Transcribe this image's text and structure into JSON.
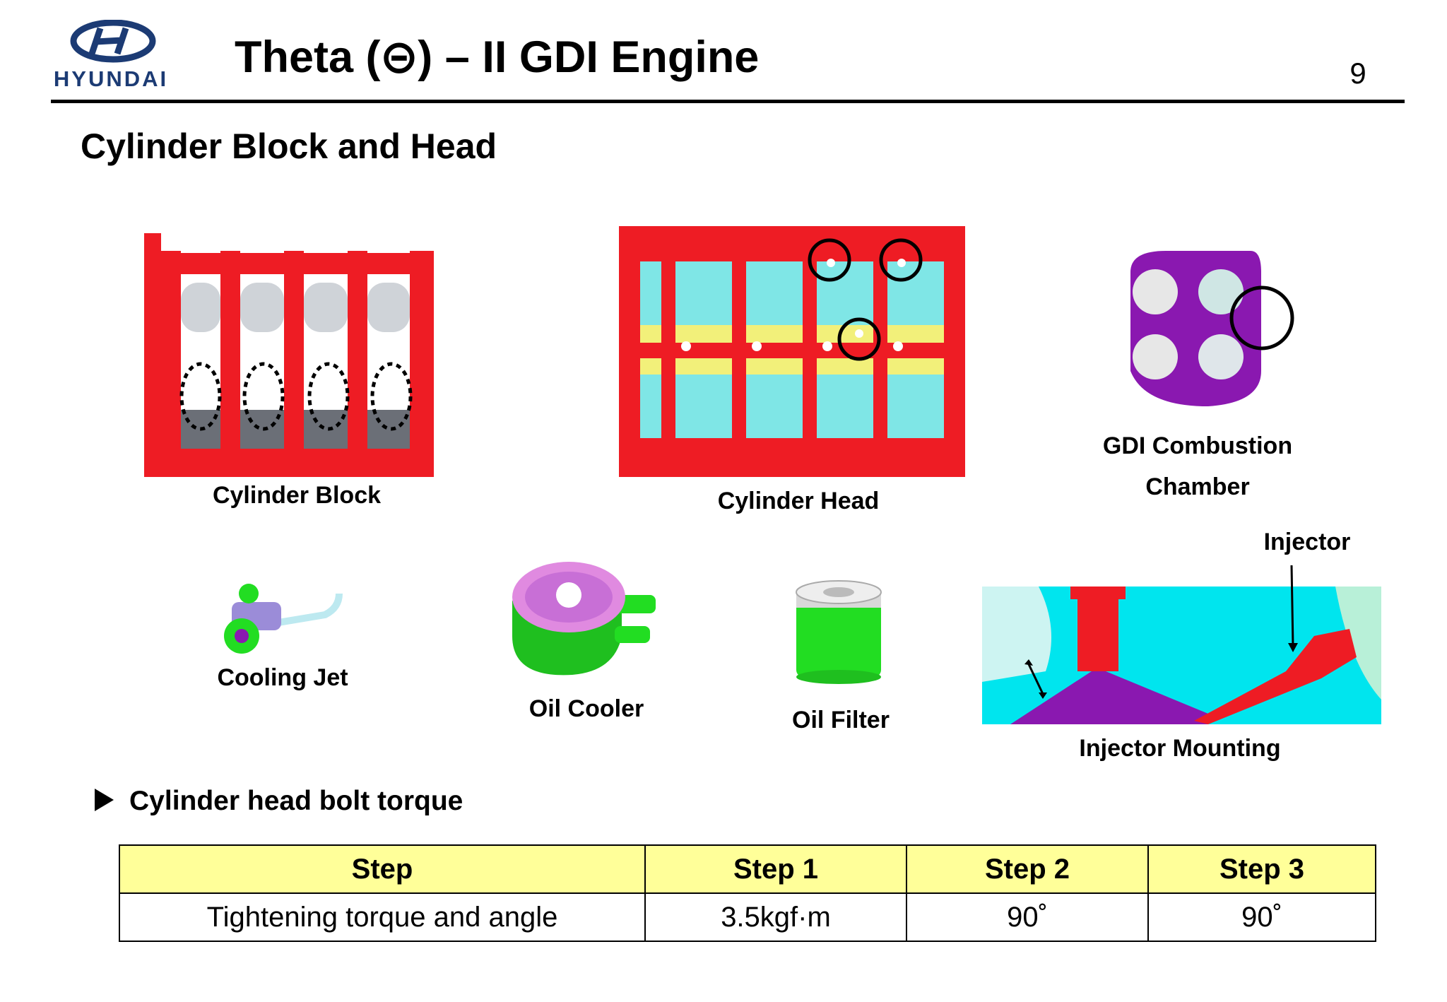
{
  "header": {
    "brand": "HYUNDAI",
    "title": "Theta (⊝) – II GDI Engine",
    "page_number": "9"
  },
  "section_title": "Cylinder Block and Head",
  "figures": {
    "cylinder_block": "Cylinder Block",
    "cylinder_head": "Cylinder Head",
    "gdi_chamber_line1": "GDI Combustion",
    "gdi_chamber_line2": "Chamber",
    "cooling_jet": "Cooling Jet",
    "oil_cooler": "Oil Cooler",
    "oil_filter": "Oil Filter",
    "injector": "Injector",
    "injector_mounting": "Injector Mounting"
  },
  "bullet": "Cylinder head bolt torque",
  "table": {
    "headers": [
      "Step",
      "Step 1",
      "Step 2",
      "Step 3"
    ],
    "row_label": "Tightening torque and angle",
    "values": [
      "3.5kgf·m",
      "90˚",
      "90˚"
    ]
  },
  "colors": {
    "red": "#ee1c24",
    "cyan": "#7fe6e6",
    "yellow": "#ffff99",
    "purple": "#8a18b0",
    "green": "#22dd22",
    "brand_blue": "#1c3b74"
  }
}
